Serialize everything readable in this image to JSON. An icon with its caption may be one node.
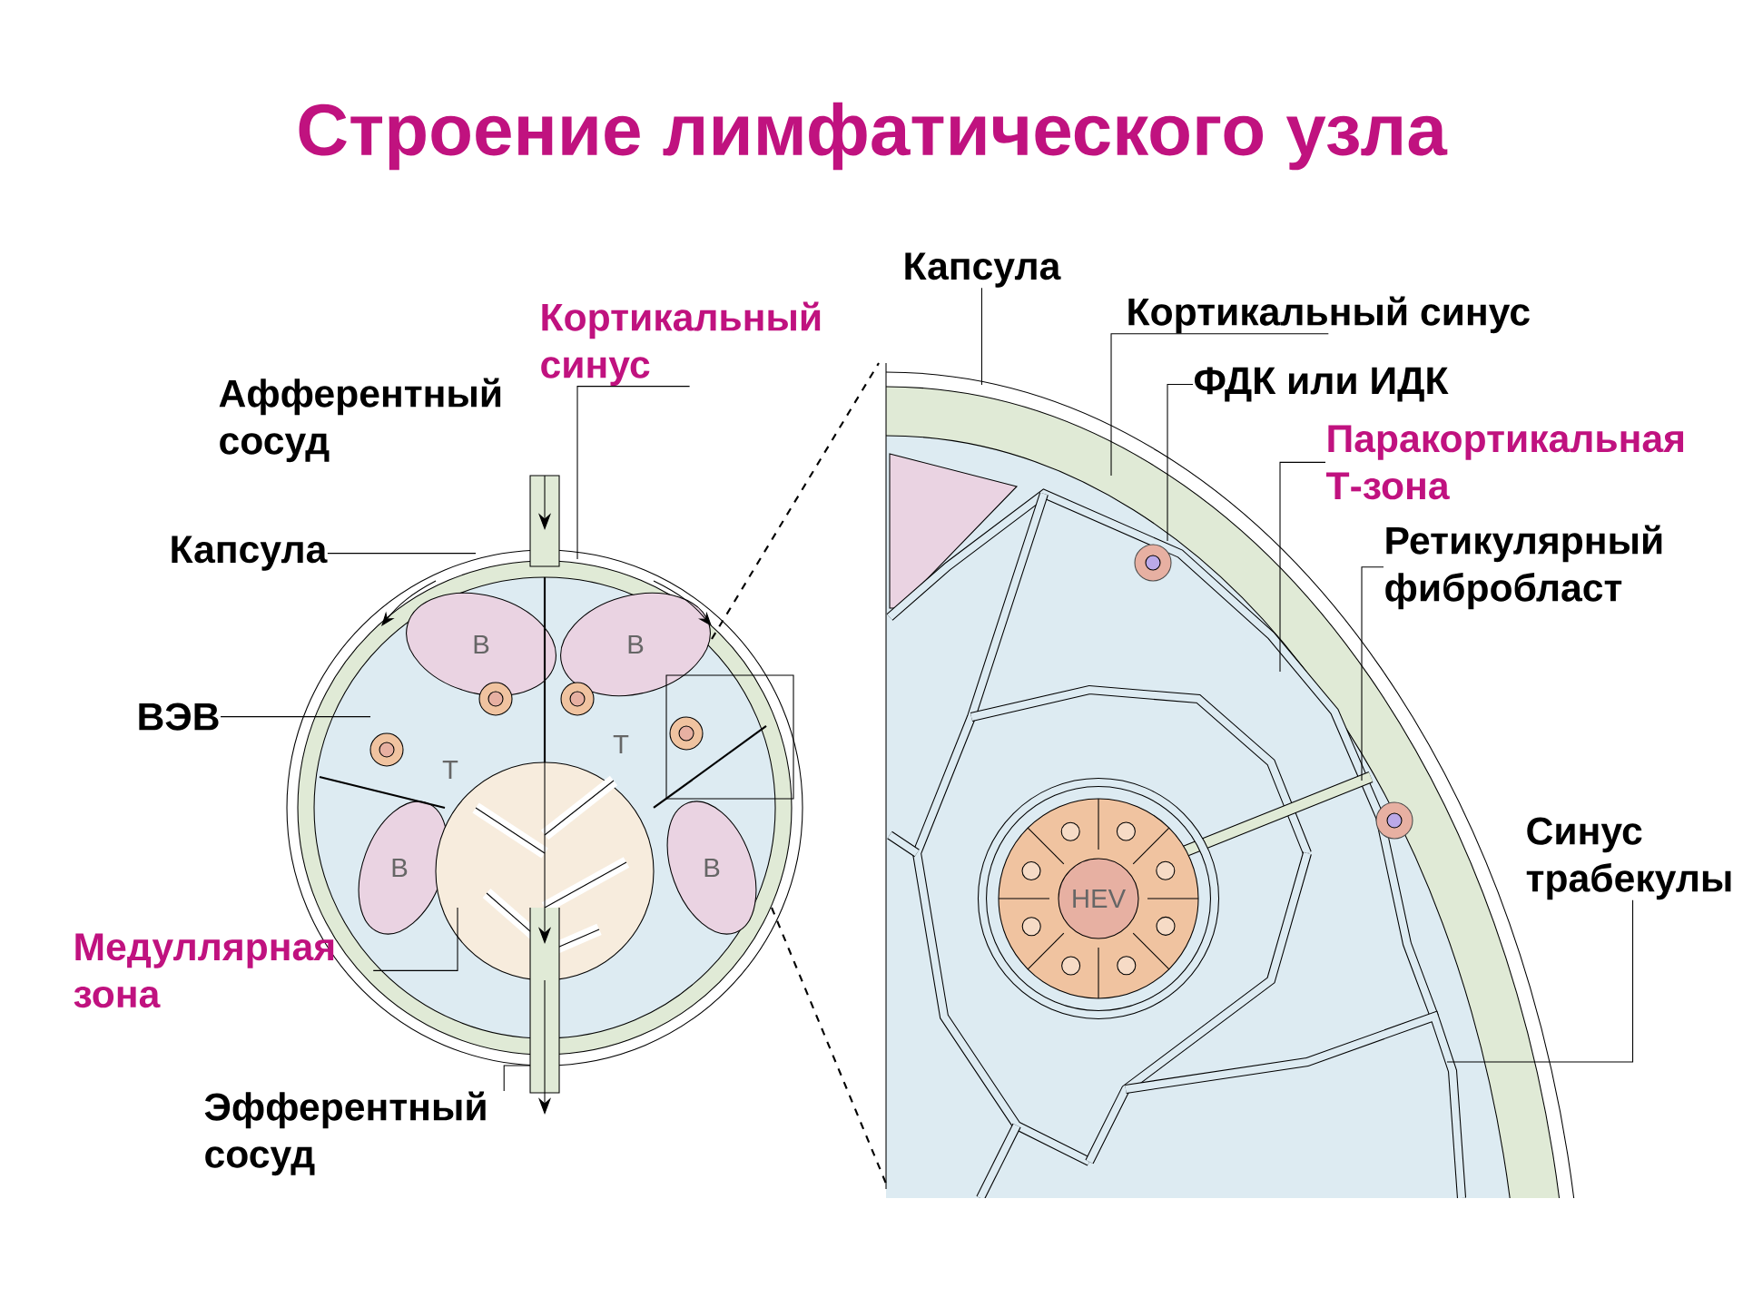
{
  "diagram": {
    "title": "Строение лимфатического узла",
    "nodes": [
      {
        "text": [
          "Капсула"
        ]
      },
      {
        "text": [
          "Кортикальный синус"
        ]
      },
      {
        "text": [
          "Кортикальный синус"
        ]
      },
      {
        "text": [
          "ФДК или ИДК"
        ]
      },
      {
        "text": [
          "Паракортикальная Т-зона"
        ]
      },
      {
        "text": [
          "Капсула"
        ]
      },
      {
        "text": [
          "Ретикулярный фибробласт"
        ]
      },
      {
        "text": [
          "ВЭВ"
        ]
      },
      {
        "text": [
          "Синус трабекулы"
        ]
      },
      {
        "text": [
          "Медуллярная зона"
        ]
      },
      {
        "text": [
          "Эфферентный сосуд"
        ]
      }
    ],
    "edges": [
      {
        "from": 0,
        "to": null,
        "arrow": "none"
      },
      {
        "from": 1,
        "to": null,
        "arrow": "none"
      },
      {
        "from": 2,
        "to": null,
        "arrow": "none"
      },
      {
        "from": 3,
        "to": null,
        "arrow": "none"
      },
      {
        "from": 4,
        "to": null,
        "arrow": "none"
      },
      {
        "from": 5,
        "to": null,
        "arrow": "none"
      },
      {
        "from": 6,
        "to": null,
        "arrow": "none"
      },
      {
        "from": 7,
        "to": null,
        "arrow": "none"
      },
      {
        "from": 8,
        "to": null,
        "arrow": "none"
      },
      {
        "from": 9,
        "to": null,
        "arrow": "none"
      },
      {
        "from": 10,
        "to": null,
        "arrow": "none"
      }
    ],
    "labels": [
      "Афферентный сосуд",
      "B",
      "B",
      "T",
      "T",
      "HEV",
      "B",
      "B"
    ]
  }
}
